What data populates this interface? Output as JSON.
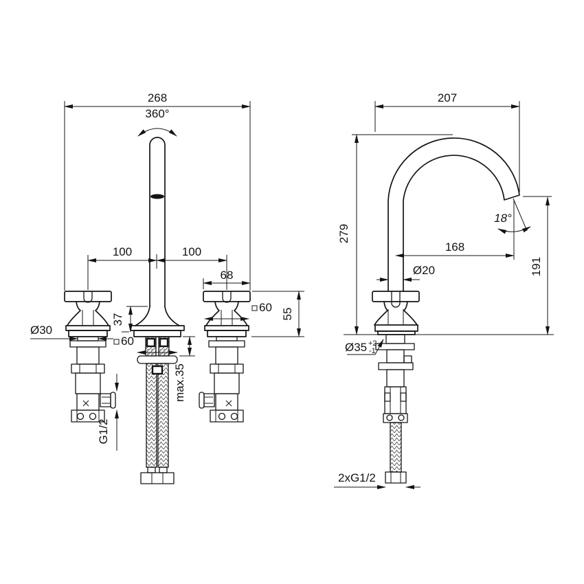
{
  "meta": {
    "background_color": "#ffffff",
    "line_color": "#141414",
    "symbols": {
      "square": "□",
      "diameter": "Ø"
    }
  },
  "front": {
    "overall_width": "268",
    "swivel_angle": "360°",
    "left_spacing": "100",
    "right_spacing": "100",
    "handle_width": "68",
    "handle_height": "55",
    "handle_base_square": "60",
    "spout_base_height": "37",
    "spout_base_square": "60",
    "handle_base_diameter": "Ø30",
    "max_deck_thickness": "max.35",
    "valve_inlet_thread": "G1/2"
  },
  "side": {
    "overall_depth": "207",
    "overall_height": "279",
    "outlet_angle": "18°",
    "spout_reach": "168",
    "outlet_height": "191",
    "spout_diameter": "Ø20",
    "mounting_hole_diameter": "Ø35",
    "mounting_hole_tol_upper": "+2",
    "mounting_hole_tol_lower": "-1",
    "hose_thread": "2xG1/2"
  }
}
